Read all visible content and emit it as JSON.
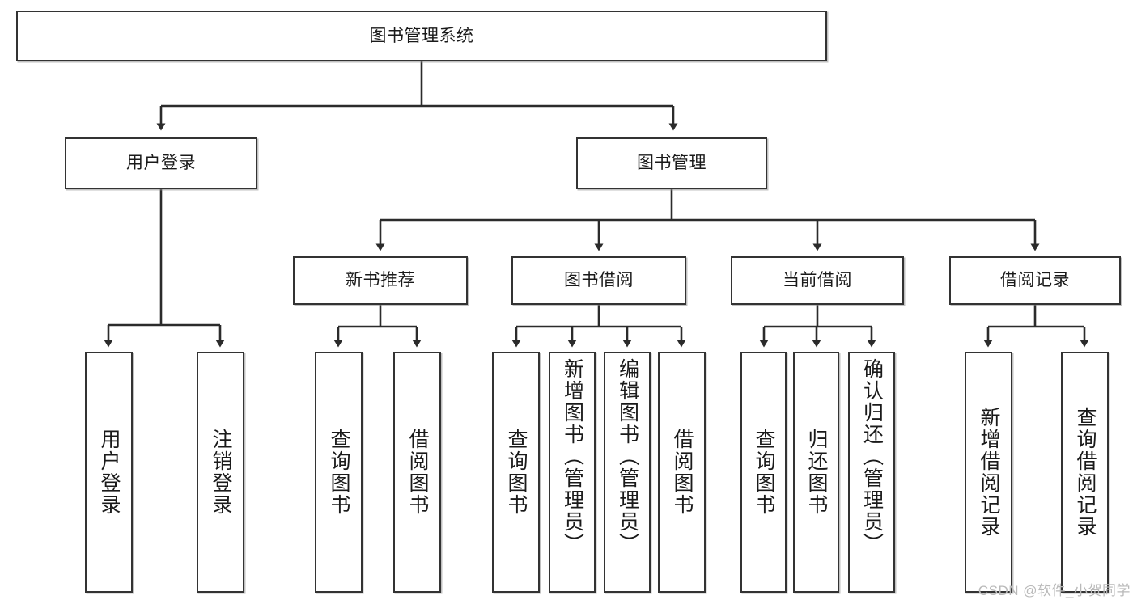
{
  "diagram": {
    "title": "图书管理系统",
    "watermark": "CSDN @软件_小贺同学",
    "colors": {
      "node_border": "#333333",
      "node_fill": "#ffffff",
      "edge": "#2b2b2b",
      "text": "#1a1a1a",
      "watermark": "#b9b9b9",
      "background": "#ffffff"
    },
    "root": {
      "label": "图书管理系统"
    },
    "level1": [
      {
        "label": "用户登录"
      },
      {
        "label": "图书管理"
      }
    ],
    "level2": [
      {
        "label": "新书推荐"
      },
      {
        "label": "图书借阅"
      },
      {
        "label": "当前借阅"
      },
      {
        "label": "借阅记录"
      }
    ],
    "leaves": {
      "user_login": [
        {
          "label": "用户登录"
        },
        {
          "label": "注销登录"
        }
      ],
      "new_book_recommend": [
        {
          "label": "查询图书"
        },
        {
          "label": "借阅图书"
        }
      ],
      "book_borrow": [
        {
          "label": "查询图书"
        },
        {
          "label": "新增图书（管理员）"
        },
        {
          "label": "编辑图书（管理员）"
        },
        {
          "label": "借阅图书"
        }
      ],
      "current_borrow": [
        {
          "label": "查询图书"
        },
        {
          "label": "归还图书"
        },
        {
          "label": "确认归还（管理员）"
        }
      ],
      "borrow_records": [
        {
          "label": "新增借阅记录"
        },
        {
          "label": "查询借阅记录"
        }
      ]
    }
  }
}
